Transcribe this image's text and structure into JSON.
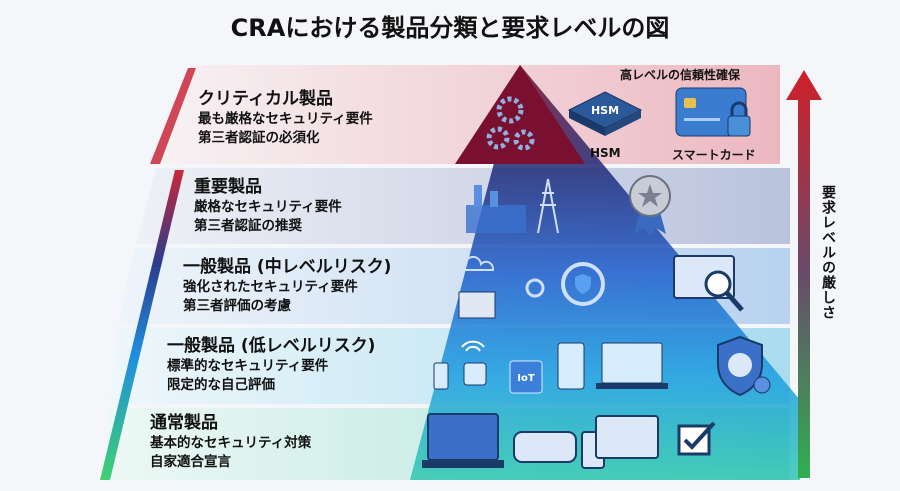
{
  "title": "CRAにおける製品分類と要求レベルの図",
  "tiers": [
    {
      "name": "クリティカル製品",
      "lines": [
        "最も厳格なセキュリティ要件",
        "第三者認証の必須化"
      ]
    },
    {
      "name": "重要製品",
      "lines": [
        "厳格なセキュリティ要件",
        "第三者認証の推奨"
      ]
    },
    {
      "name": "一般製品 (中レベルリスク)",
      "lines": [
        "強化されたセキュリティ要件",
        "第三者評価の考慮"
      ]
    },
    {
      "name": "一般製品 (低レベルリスク)",
      "lines": [
        "標準的なセキュリティ要件",
        "限定的な自己評価"
      ]
    },
    {
      "name": "通常製品",
      "lines": [
        "基本的なセキュリティ対策",
        "自家適合宣言"
      ]
    }
  ],
  "critical_extras": {
    "heading": "高レベルの信頼性確保",
    "hsm_badge": "HSM",
    "hsm_label": "HSM",
    "card_label": "スマートカード"
  },
  "iot_label": "IoT",
  "axis_label": "要求レベルの厳しさ",
  "colors": {
    "critical": "#c8283a",
    "important": "#2a3c8c",
    "medium": "#1f6fd0",
    "low": "#1fa0e0",
    "normal": "#2fc0a0",
    "arrow_top": "#d0202a",
    "arrow_bottom": "#30b050"
  }
}
